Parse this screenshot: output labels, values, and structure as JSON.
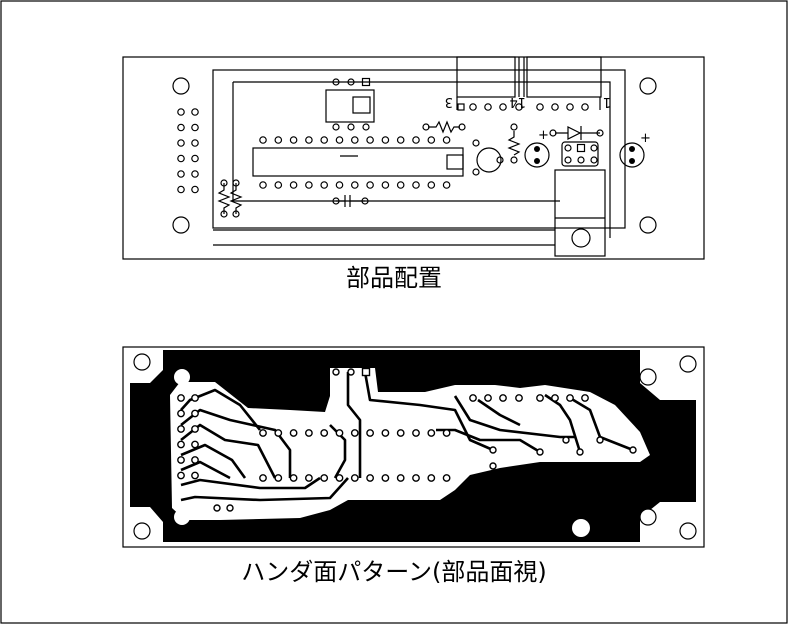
{
  "captions": {
    "layout": "部品配置",
    "solder_side": "ハンダ面パターン(部品面視)"
  },
  "connector_labels": {
    "left_pin": "3",
    "mid_pin": "14",
    "right_pin": "1"
  },
  "polarity_marks": {
    "cap_left": "+",
    "cap_right": "+"
  },
  "colors": {
    "ink": "#000000",
    "paper": "#ffffff"
  }
}
